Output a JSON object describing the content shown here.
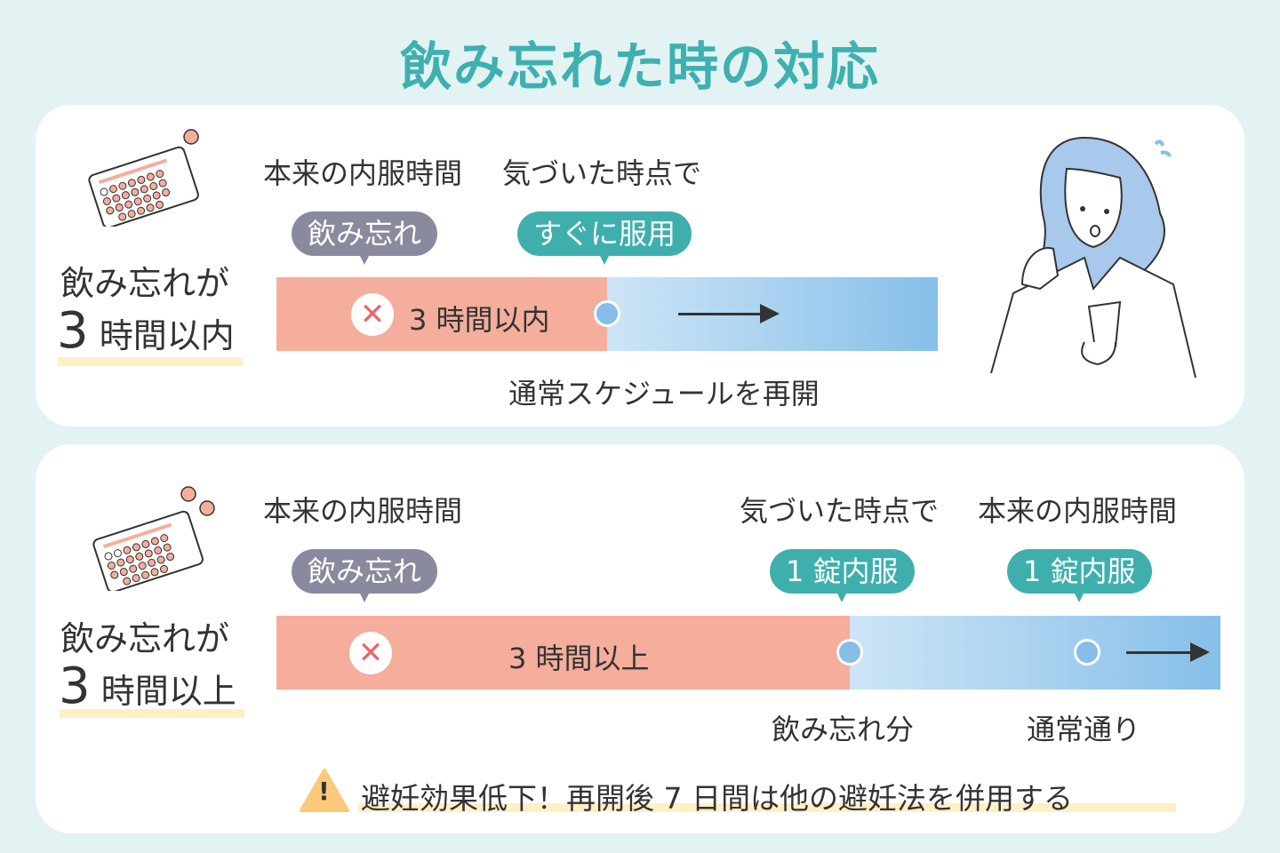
{
  "title": "飲み忘れた時の対応",
  "section1": {
    "condition_line1": "飲み忘れが",
    "condition_num": "3",
    "condition_rest": "時間以内",
    "label_original": "本来の内服時間",
    "label_noticed": "気づいた時点で",
    "bubble_missed": "飲み忘れ",
    "bubble_take": "すぐに服用",
    "bar_text": "3 時間以内",
    "note": "通常スケジュールを再開"
  },
  "section2": {
    "condition_line1": "飲み忘れが",
    "condition_num": "3",
    "condition_rest": "時間以上",
    "label_original": "本来の内服時間",
    "label_noticed": "気づいた時点で",
    "label_original2": "本来の内服時間",
    "bubble_missed": "飲み忘れ",
    "bubble_take1": "1 錠内服",
    "bubble_take2": "1 錠内服",
    "bar_text": "3 時間以上",
    "note_missed": "飲み忘れ分",
    "note_normal": "通常通り",
    "warning": "避妊効果低下！再開後 7 日間は他の避妊法を併用する",
    "warning_icon": "!"
  },
  "icons": {
    "cross": "✕"
  },
  "colors": {
    "title": "#3fb0b0",
    "pink": "#f5ad9c",
    "teal": "#3fafae",
    "gray": "#8a8a9e",
    "blue": "#86bfe9"
  }
}
